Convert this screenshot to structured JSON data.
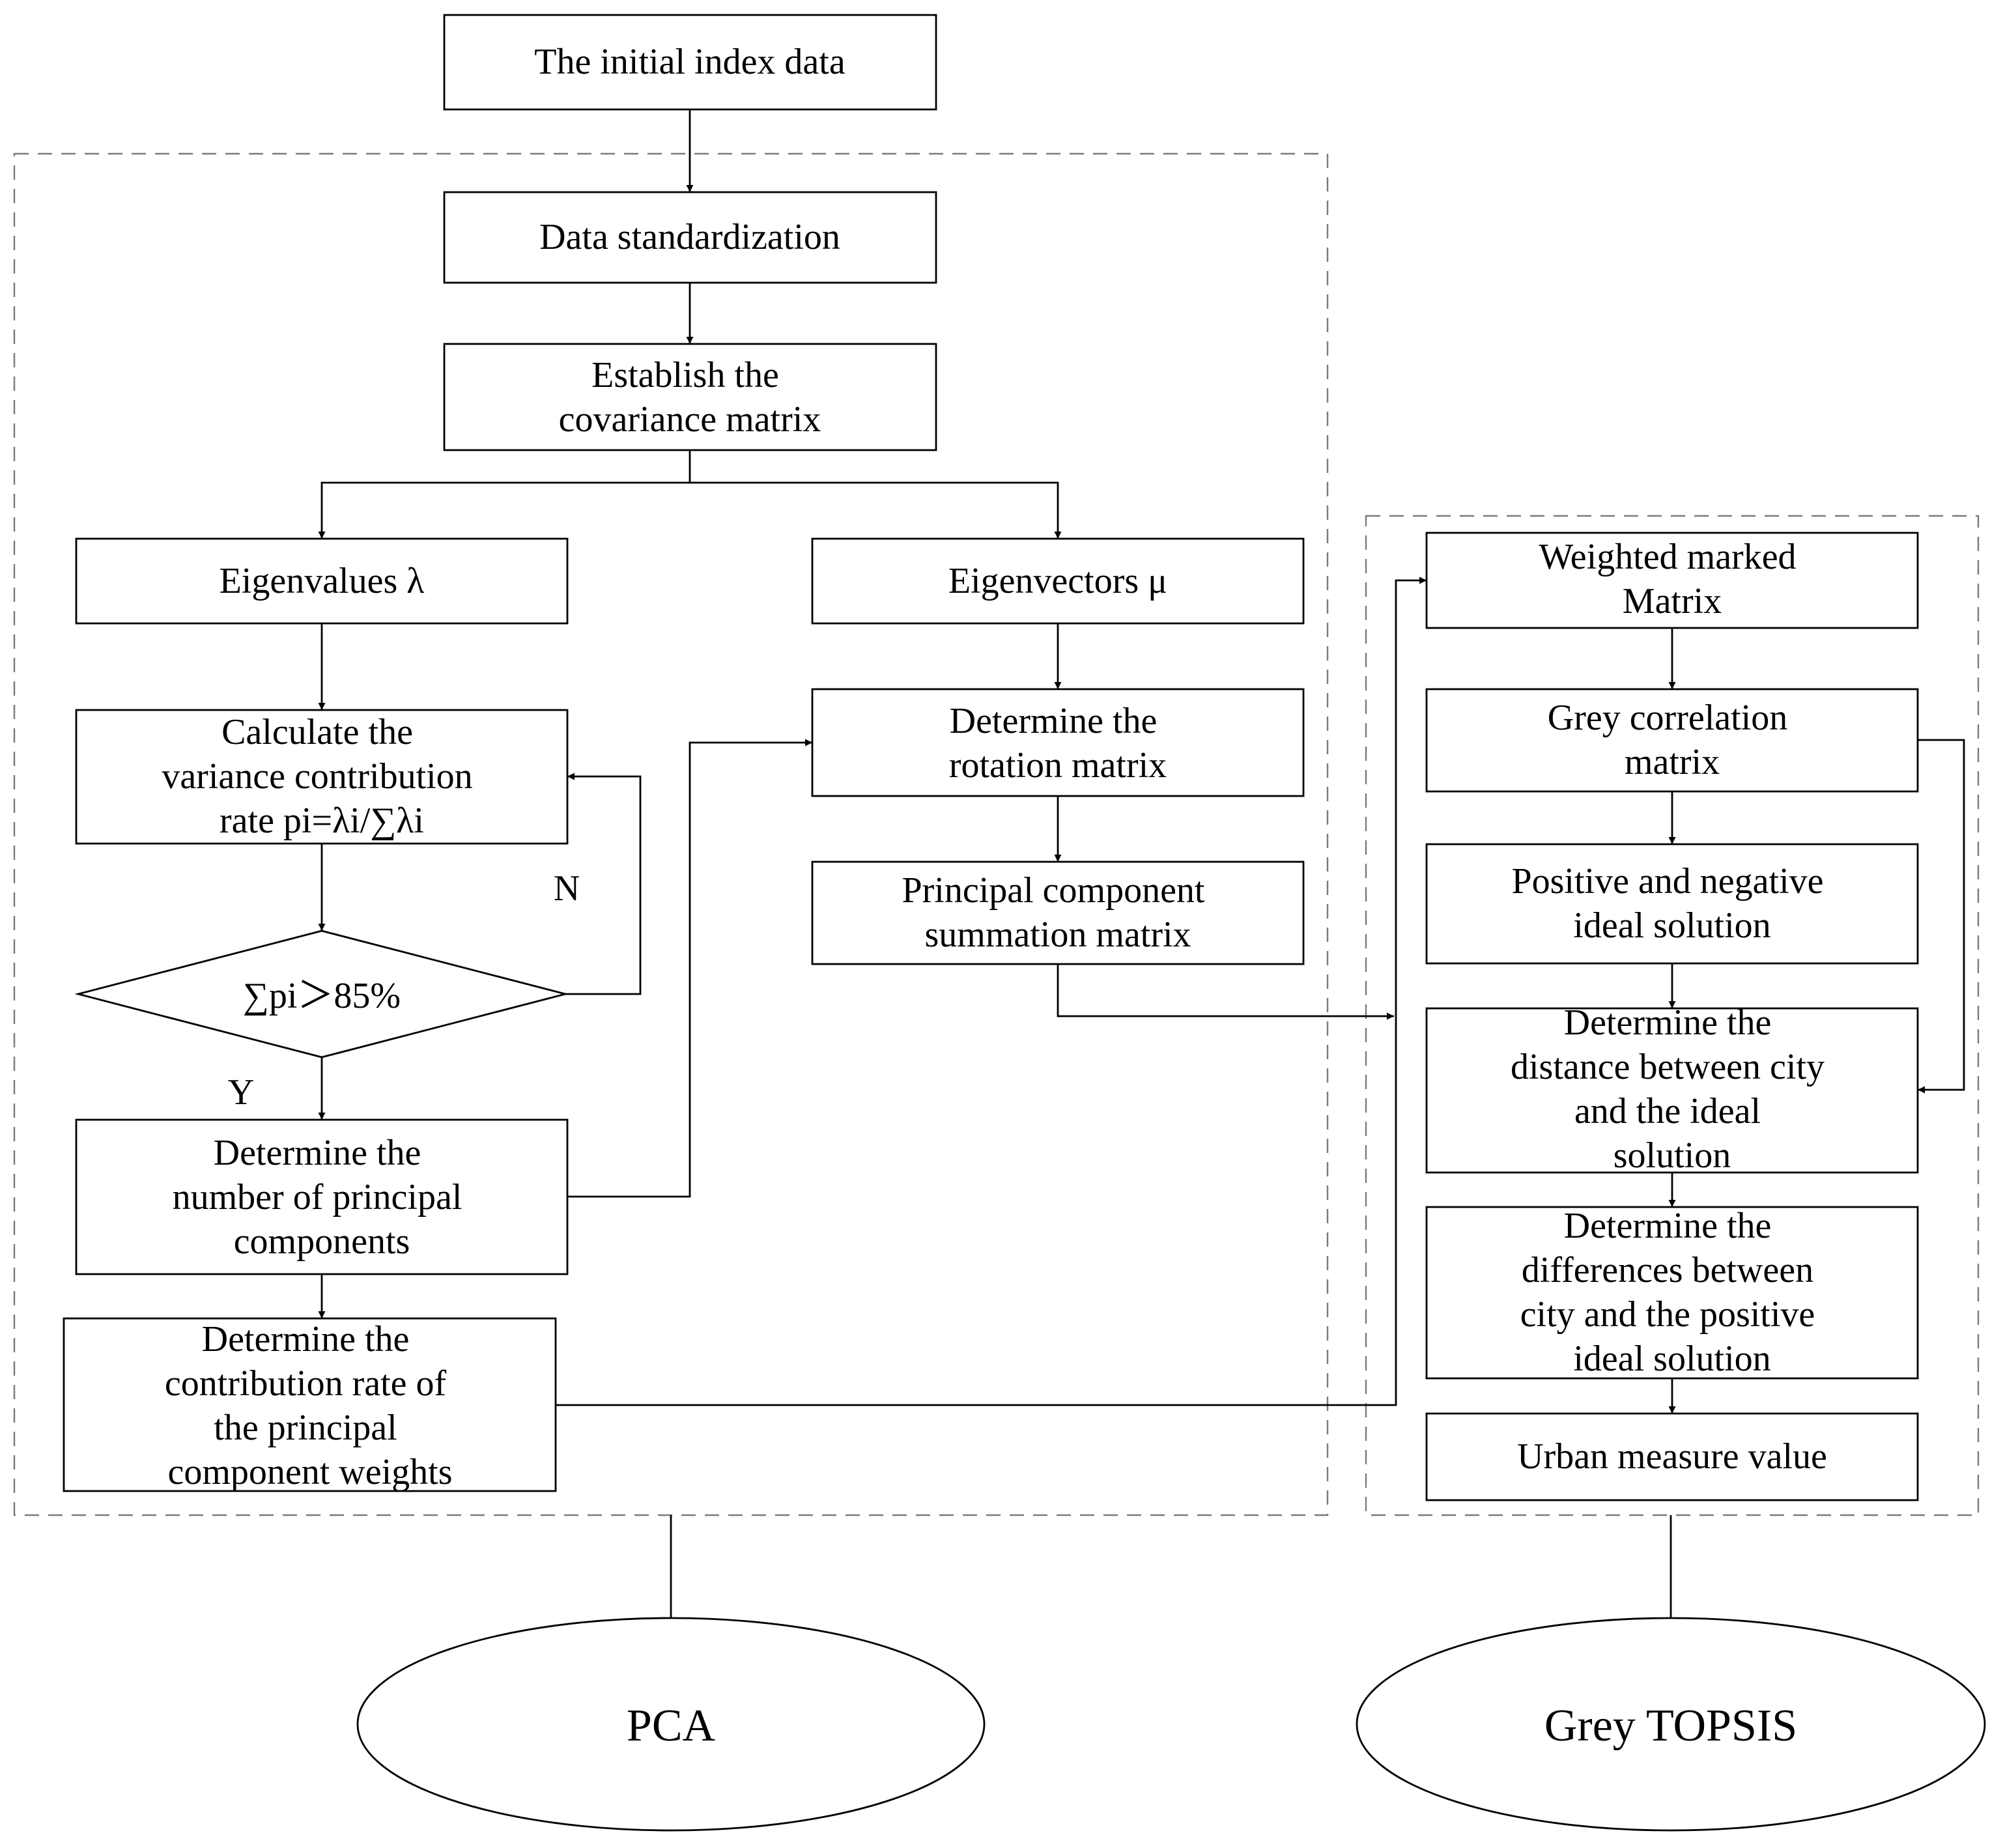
{
  "diagram": {
    "nodes": {
      "initial": [
        "The initial index data"
      ],
      "standardize": [
        "Data standardization"
      ],
      "covariance": [
        "Establish the",
        "covariance matrix"
      ],
      "eigenvalues": [
        "Eigenvalues λ"
      ],
      "eigenvectors": [
        "Eigenvectors μ"
      ],
      "variance": [
        "Calculate the",
        "variance contribution",
        "rate pi=λi/∑λi"
      ],
      "decision": [
        "∑pi＞85%"
      ],
      "num_components": [
        "Determine the",
        "number of principal",
        "components"
      ],
      "contribution": [
        "Determine the",
        "contribution rate of",
        "the principal",
        "component weights"
      ],
      "rotation": [
        "Determine the",
        "rotation matrix"
      ],
      "summation": [
        "Principal component",
        "summation matrix"
      ],
      "weighted": [
        "Weighted marked",
        "Matrix"
      ],
      "grey_corr": [
        "Grey correlation",
        "matrix"
      ],
      "ideal": [
        "Positive and negative",
        "ideal solution"
      ],
      "distance": [
        "Determine the",
        "distance between city",
        "and  the ideal",
        "solution"
      ],
      "differences": [
        "Determine the",
        "differences between",
        "city and  the positive",
        "ideal solution"
      ],
      "urban": [
        "Urban measure value"
      ]
    },
    "edge_labels": {
      "no": "N",
      "yes": "Y"
    },
    "groups": {
      "pca": "PCA",
      "topsis": "Grey TOPSIS"
    }
  }
}
